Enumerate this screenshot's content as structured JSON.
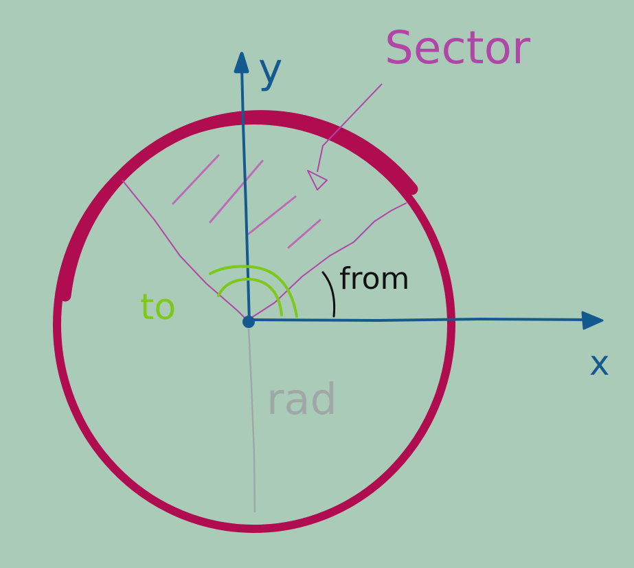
{
  "labels": {
    "y_axis": "y",
    "x_axis": "x",
    "sector": "Sector",
    "from": "from",
    "to": "to",
    "rad": "rad"
  },
  "colors": {
    "background": "#abcbb9",
    "circle": "#b00c50",
    "axes": "#155a8f",
    "sector": "#b146a6",
    "hatch": "#bd6bb4",
    "from": "#111111",
    "to": "#7ec81c",
    "rad": "#9ea8a6"
  }
}
